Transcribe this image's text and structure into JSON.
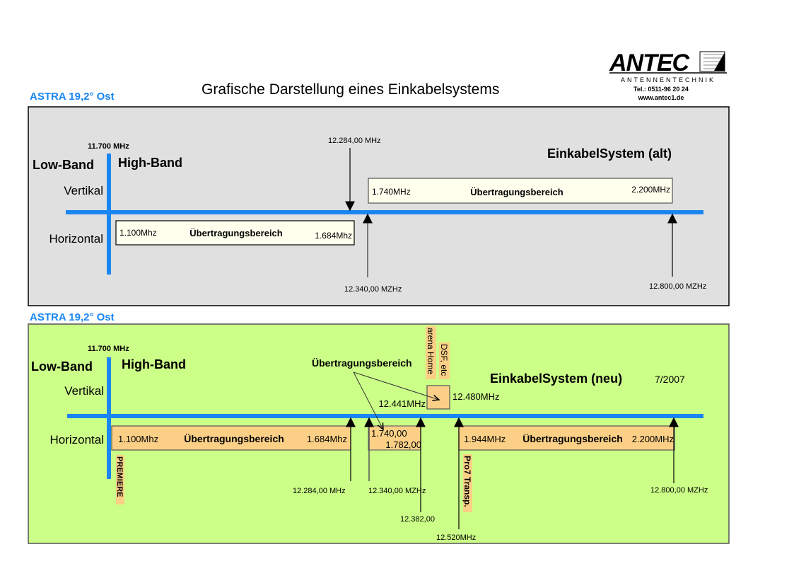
{
  "header": {
    "title": "Grafische Darstellung eines Einkabelsystems",
    "logo": {
      "brand": "ANTEC",
      "subtitle": "ANTENNENTECHNIK",
      "phone": "Tel.: 0511-96 20 24",
      "url": "www.antec1.de"
    }
  },
  "colors": {
    "axis_blue": "#1a86f2",
    "panel_old_bg": "#e0e0e0",
    "panel_new_bg": "#ccff88",
    "box_old_fill": "#ffffee",
    "box_new_fill": "#fbd086",
    "satellite_label": "#1a86f2"
  },
  "panel_old": {
    "satellite": "ASTRA 19,2° Ost",
    "band_split": "11.700 MHz",
    "low_band": "Low-Band",
    "high_band": "High-Band",
    "vertical": "Vertikal",
    "horizontal": "Horizontal",
    "system_title": "EinkabelSystem (alt)",
    "markers": {
      "m1": "12.284,00 MHz",
      "m2": "12.340,00 MZHz",
      "m3": "12.800,00 MZHz"
    },
    "box_horizontal": {
      "start": "1.100Mhz",
      "label": "Übertragungsbereich",
      "end": "1.684Mhz"
    },
    "box_vertical": {
      "start": "1.740MHz",
      "label": "Übertragungsbereich",
      "end": "2.200MHz"
    }
  },
  "panel_new": {
    "satellite": "ASTRA 19,2° Ost",
    "band_split": "11.700 MHz",
    "low_band": "Low-Band",
    "high_band": "High-Band",
    "vertical": "Vertikal",
    "horizontal": "Horizontal",
    "system_title": "EinkabelSystem  (neu)",
    "system_date": "7/2007",
    "callout": "Übertragungsbereich",
    "markers": {
      "m1": "12.284,00 MHz",
      "m2": "12.340,00 MZHz",
      "m3": "12.382,00",
      "m4": "12.520MHz",
      "m5": "12.800,00 MZHz",
      "v1": "12.441MHz",
      "v2": "12.480MHz"
    },
    "box_h1": {
      "start": "1.100Mhz",
      "label": "Übertragungsbereich",
      "end": "1.684Mhz"
    },
    "box_h2": {
      "start": "1.740,00",
      "end": "1.782,00"
    },
    "box_h3": {
      "start": "1.944MHz",
      "label": "Übertragungsbereich",
      "end": "2.200MHz"
    },
    "tags": {
      "premiere": "PREMIERE",
      "pro7": "Pro7 Transp.",
      "dsf": "DSF, etc",
      "arena": "arena Home"
    }
  }
}
